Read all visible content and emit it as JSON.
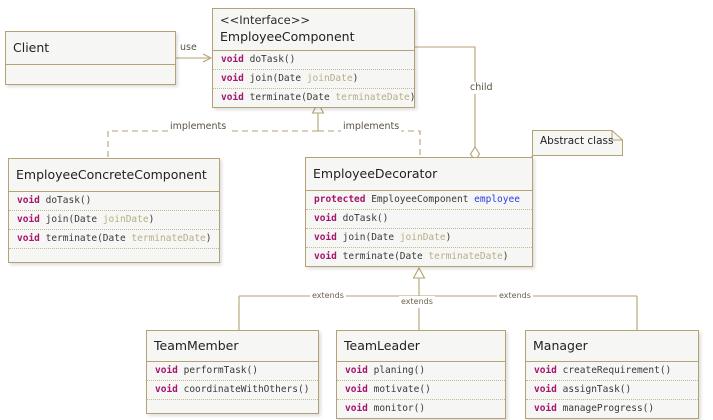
{
  "diagram": {
    "title": "Decorator pattern UML class diagram",
    "colors": {
      "border": "#b3a273",
      "fill": "#f6f6f4",
      "line": "#b3a273",
      "keyword": "#a5146e",
      "field": "#2b3ee0",
      "param": "#b9ad86",
      "label": "#5a5243"
    },
    "classes": [
      {
        "id": "client",
        "name": "Client",
        "stereotype": "",
        "members": [],
        "has_empty_compartment": true
      },
      {
        "id": "employee-component",
        "name": "EmployeeComponent",
        "stereotype": "<<Interface>>",
        "members": [
          {
            "kw": "void",
            "sig": "doTask()",
            "type": "",
            "param": ""
          },
          {
            "kw": "void",
            "sig": "join(Date ",
            "type": "",
            "param": "joinDate",
            "close": ")"
          },
          {
            "kw": "void",
            "sig": "terminate(Date ",
            "type": "",
            "param": "terminateDate",
            "close": ")"
          }
        ],
        "has_empty_compartment": false
      },
      {
        "id": "employee-concrete-component",
        "name": "EmployeeConcreteComponent",
        "stereotype": "",
        "members": [
          {
            "kw": "void",
            "sig": "doTask()",
            "param": ""
          },
          {
            "kw": "void",
            "sig": "join(Date ",
            "param": "joinDate",
            "close": ")"
          },
          {
            "kw": "void",
            "sig": "terminate(Date ",
            "param": "terminateDate",
            "close": ")"
          }
        ],
        "has_empty_compartment": false
      },
      {
        "id": "employee-decorator",
        "name": "EmployeeDecorator",
        "stereotype": "",
        "members": [
          {
            "kw": "protected",
            "sig": "EmployeeComponent ",
            "field": "employee"
          },
          {
            "kw": "void",
            "sig": "doTask()",
            "param": ""
          },
          {
            "kw": "void",
            "sig": "join(Date ",
            "param": "joinDate",
            "close": ")"
          },
          {
            "kw": "void",
            "sig": "terminate(Date ",
            "param": "terminateDate",
            "close": ")"
          }
        ],
        "has_empty_compartment": false
      },
      {
        "id": "team-member",
        "name": "TeamMember",
        "stereotype": "",
        "members": [
          {
            "kw": "void",
            "sig": "performTask()",
            "param": ""
          },
          {
            "kw": "void",
            "sig": "coordinateWithOthers()",
            "param": ""
          }
        ],
        "has_empty_compartment": false
      },
      {
        "id": "team-leader",
        "name": "TeamLeader",
        "stereotype": "",
        "members": [
          {
            "kw": "void",
            "sig": "planing()",
            "param": ""
          },
          {
            "kw": "void",
            "sig": "motivate()",
            "param": ""
          },
          {
            "kw": "void",
            "sig": "monitor()",
            "param": ""
          }
        ],
        "has_empty_compartment": false
      },
      {
        "id": "manager",
        "name": "Manager",
        "stereotype": "",
        "members": [
          {
            "kw": "void",
            "sig": "createRequirement()",
            "param": ""
          },
          {
            "kw": "void",
            "sig": "assignTask()",
            "param": ""
          },
          {
            "kw": "void",
            "sig": "manageProgress()",
            "param": ""
          }
        ],
        "has_empty_compartment": false
      }
    ],
    "note": {
      "text": "Abstract class",
      "attached_to": "EmployeeDecorator"
    },
    "edges": [
      {
        "id": "use",
        "label": "use",
        "from": "Client",
        "to": "EmployeeComponent",
        "type": "dependency-arrow"
      },
      {
        "id": "child",
        "label": "child",
        "from": "EmployeeComponent",
        "to": "EmployeeDecorator",
        "type": "aggregation"
      },
      {
        "id": "implements-concrete",
        "label": "implements",
        "from": "EmployeeConcreteComponent",
        "to": "EmployeeComponent",
        "type": "realization"
      },
      {
        "id": "implements-decorator",
        "label": "implements",
        "from": "EmployeeDecorator",
        "to": "EmployeeComponent",
        "type": "realization"
      },
      {
        "id": "extends-team-member",
        "label": "extends",
        "from": "TeamMember",
        "to": "EmployeeDecorator",
        "type": "generalization"
      },
      {
        "id": "extends-team-leader",
        "label": "extends",
        "from": "TeamLeader",
        "to": "EmployeeDecorator",
        "type": "generalization"
      },
      {
        "id": "extends-manager",
        "label": "extends",
        "from": "Manager",
        "to": "EmployeeDecorator",
        "type": "generalization"
      }
    ]
  }
}
